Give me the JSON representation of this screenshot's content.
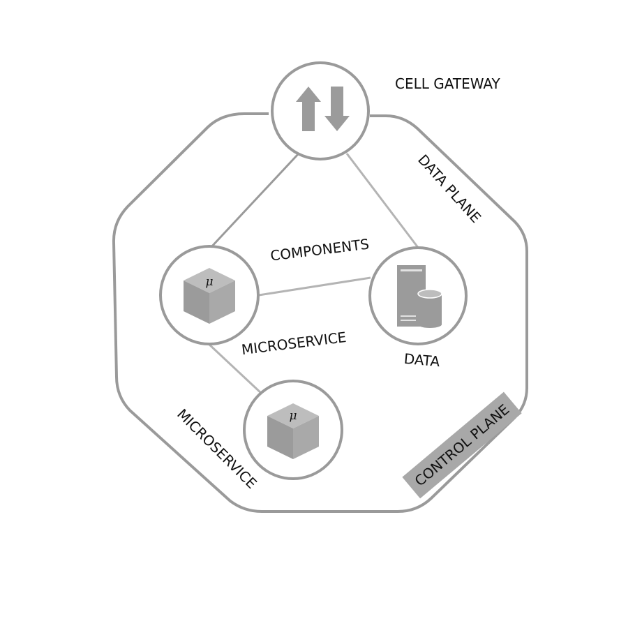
{
  "labels": {
    "cell_gateway": "CELL GATEWAY",
    "data_plane": "DATA PLANE",
    "components": "COMPONENTS",
    "microservice_center": "MICROSERVICE",
    "data": "DATA",
    "microservice_edge": "MICROSERVICE",
    "control_plane": "CONTROL PLANE",
    "mu_symbol": "μ"
  },
  "colors": {
    "stroke": "#9a9a9a",
    "icon_fill": "#9b9b9b",
    "icon_fill_dark": "#7c7c7c",
    "icon_fill_light": "#bdbdbd",
    "control_plane_bg": "#a8a8a8",
    "text": "#111111",
    "background": "#ffffff"
  },
  "icons": {
    "gateway": "up-down-arrows-icon",
    "microservice": "cube-icon",
    "data": "server-database-icon"
  }
}
